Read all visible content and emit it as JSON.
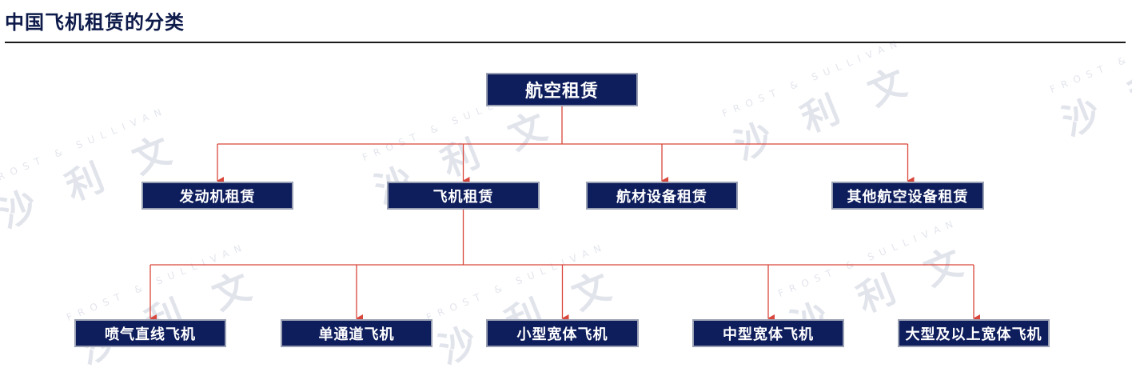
{
  "page_title": "中国飞机租赁的分类",
  "watermark": {
    "brand_cn": "沙 利 文",
    "brand_en": "FROST & SULLIVAN"
  },
  "colors": {
    "node_fill": "#0e1d5c",
    "node_border": "#9aa0b4",
    "connector": "#d9463b",
    "title": "#0d1a4a"
  },
  "tree": {
    "root": {
      "id": "root",
      "label": "航空租赁"
    },
    "level1": [
      {
        "id": "engine",
        "label": "发动机租赁",
        "has_children": false
      },
      {
        "id": "aircraft",
        "label": "飞机租赁",
        "has_children": true
      },
      {
        "id": "materials",
        "label": "航材设备租赁",
        "has_children": false
      },
      {
        "id": "other",
        "label": "其他航空设备租赁",
        "has_children": false
      }
    ],
    "level2_parent": "aircraft",
    "level2": [
      {
        "id": "jet",
        "label": "喷气直线飞机"
      },
      {
        "id": "single",
        "label": "单通道飞机"
      },
      {
        "id": "small-wide",
        "label": "小型宽体飞机"
      },
      {
        "id": "mid-wide",
        "label": "中型宽体飞机"
      },
      {
        "id": "large-wide",
        "label": "大型及以上宽体飞机"
      }
    ]
  }
}
